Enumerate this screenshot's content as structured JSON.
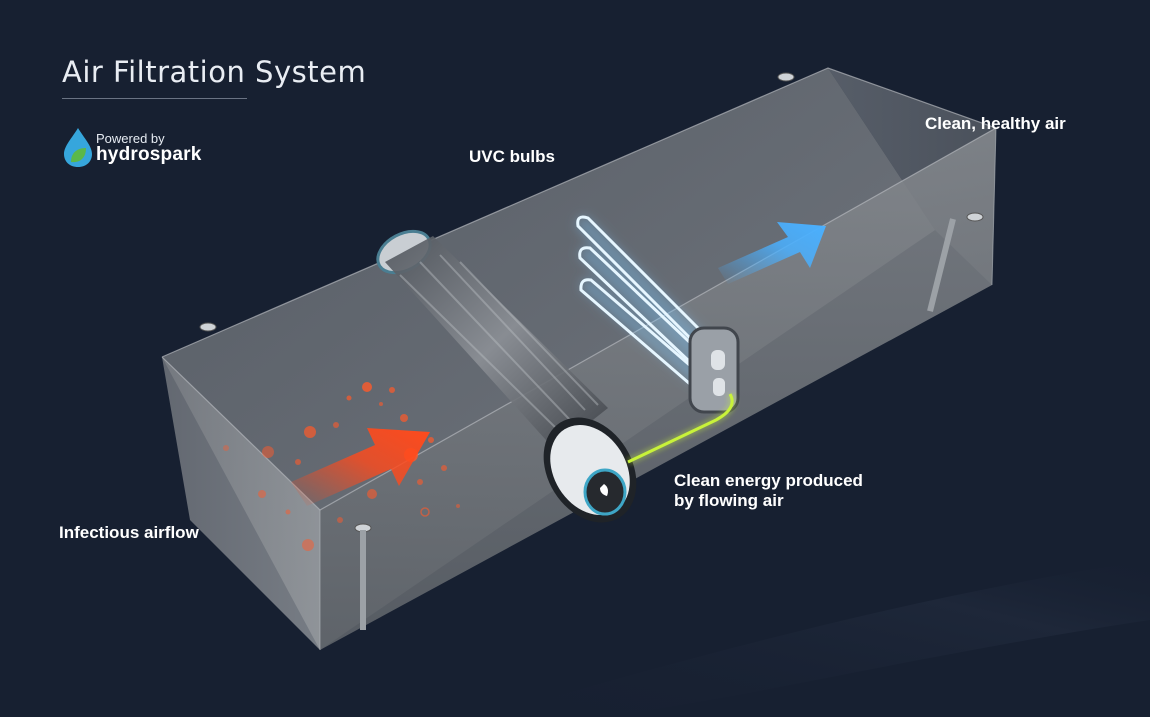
{
  "header": {
    "title": "Air Filtration System"
  },
  "brand": {
    "powered_by": "Powered by",
    "name": "hydrospark"
  },
  "labels": {
    "uvc_bulbs": "UVC bulbs",
    "clean_air": "Clean, healthy air",
    "infectious_airflow": "Infectious airflow",
    "clean_energy_line1": "Clean energy produced",
    "clean_energy_line2": "by flowing air"
  },
  "colors": {
    "background": "#172031",
    "infectious_arrow": "#ff4a1c",
    "clean_arrow": "#4ab0ff",
    "uvc_glow": "#7fc9ff",
    "energy_wire": "#c8f23a",
    "brand_drop": "#36a6dc",
    "brand_leaf": "#5bb84a"
  },
  "icons": {
    "brand": "water-drop-leaf-icon"
  }
}
